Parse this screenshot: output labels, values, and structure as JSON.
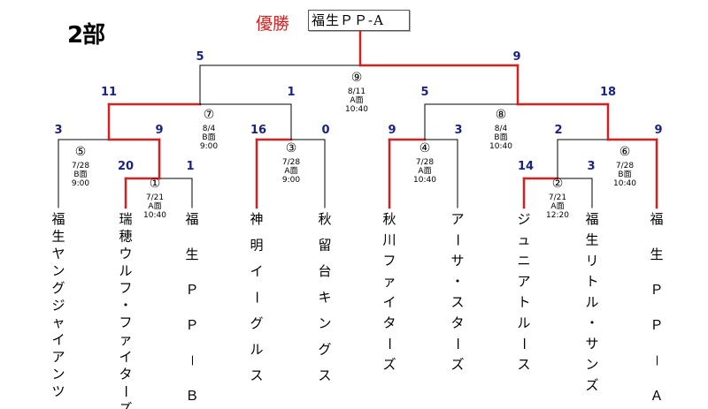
{
  "division": "2部",
  "champion": {
    "label": "優勝",
    "team": "福生ＰＰ-A"
  },
  "teams": [
    "福生ヤングジャイアンツ",
    "瑞穂ウルフ・ファイターズ",
    "福生ＰＰ－Ｂ",
    "神明イーグルス",
    "秋留台キングス",
    "秋川ファイターズ",
    "アーサ・スターズ",
    "ジュニアトルース",
    "福生リトル・サンズ",
    "福生ＰＰ－Ａ"
  ],
  "scores": {
    "m1_left": "20",
    "m1_right": "1",
    "m2_left": "14",
    "m2_right": "3",
    "m3_left": "16",
    "m3_right": "0",
    "m4_left": "9",
    "m4_right": "3",
    "m5_left": "3",
    "m5_right": "9",
    "m6_left": "2",
    "m6_right": "9",
    "m7_left": "11",
    "m7_right": "1",
    "m8_left": "5",
    "m8_right": "18",
    "m9_left": "5",
    "m9_right": "9"
  },
  "matches": [
    {
      "id": "m1",
      "num": "①",
      "date": "7/21",
      "court": "A面",
      "time": "10:40"
    },
    {
      "id": "m2",
      "num": "②",
      "date": "7/21",
      "court": "A面",
      "time": "12:20"
    },
    {
      "id": "m3",
      "num": "③",
      "date": "7/28",
      "court": "A面",
      "time": "9:00"
    },
    {
      "id": "m4",
      "num": "④",
      "date": "7/28",
      "court": "A面",
      "time": "10:40"
    },
    {
      "id": "m5",
      "num": "⑤",
      "date": "7/28",
      "court": "B面",
      "time": "9:00"
    },
    {
      "id": "m6",
      "num": "⑥",
      "date": "7/28",
      "court": "B面",
      "time": "10:40"
    },
    {
      "id": "m7",
      "num": "⑦",
      "date": "8/4",
      "court": "B面",
      "time": "9:00"
    },
    {
      "id": "m8",
      "num": "⑧",
      "date": "8/4",
      "court": "B面",
      "time": "10:40"
    },
    {
      "id": "m9",
      "num": "⑨",
      "date": "8/11",
      "court": "A面",
      "time": "10:40"
    }
  ],
  "colors": {
    "win": "#d42020",
    "line": "#000000",
    "score": "#1a237e"
  }
}
